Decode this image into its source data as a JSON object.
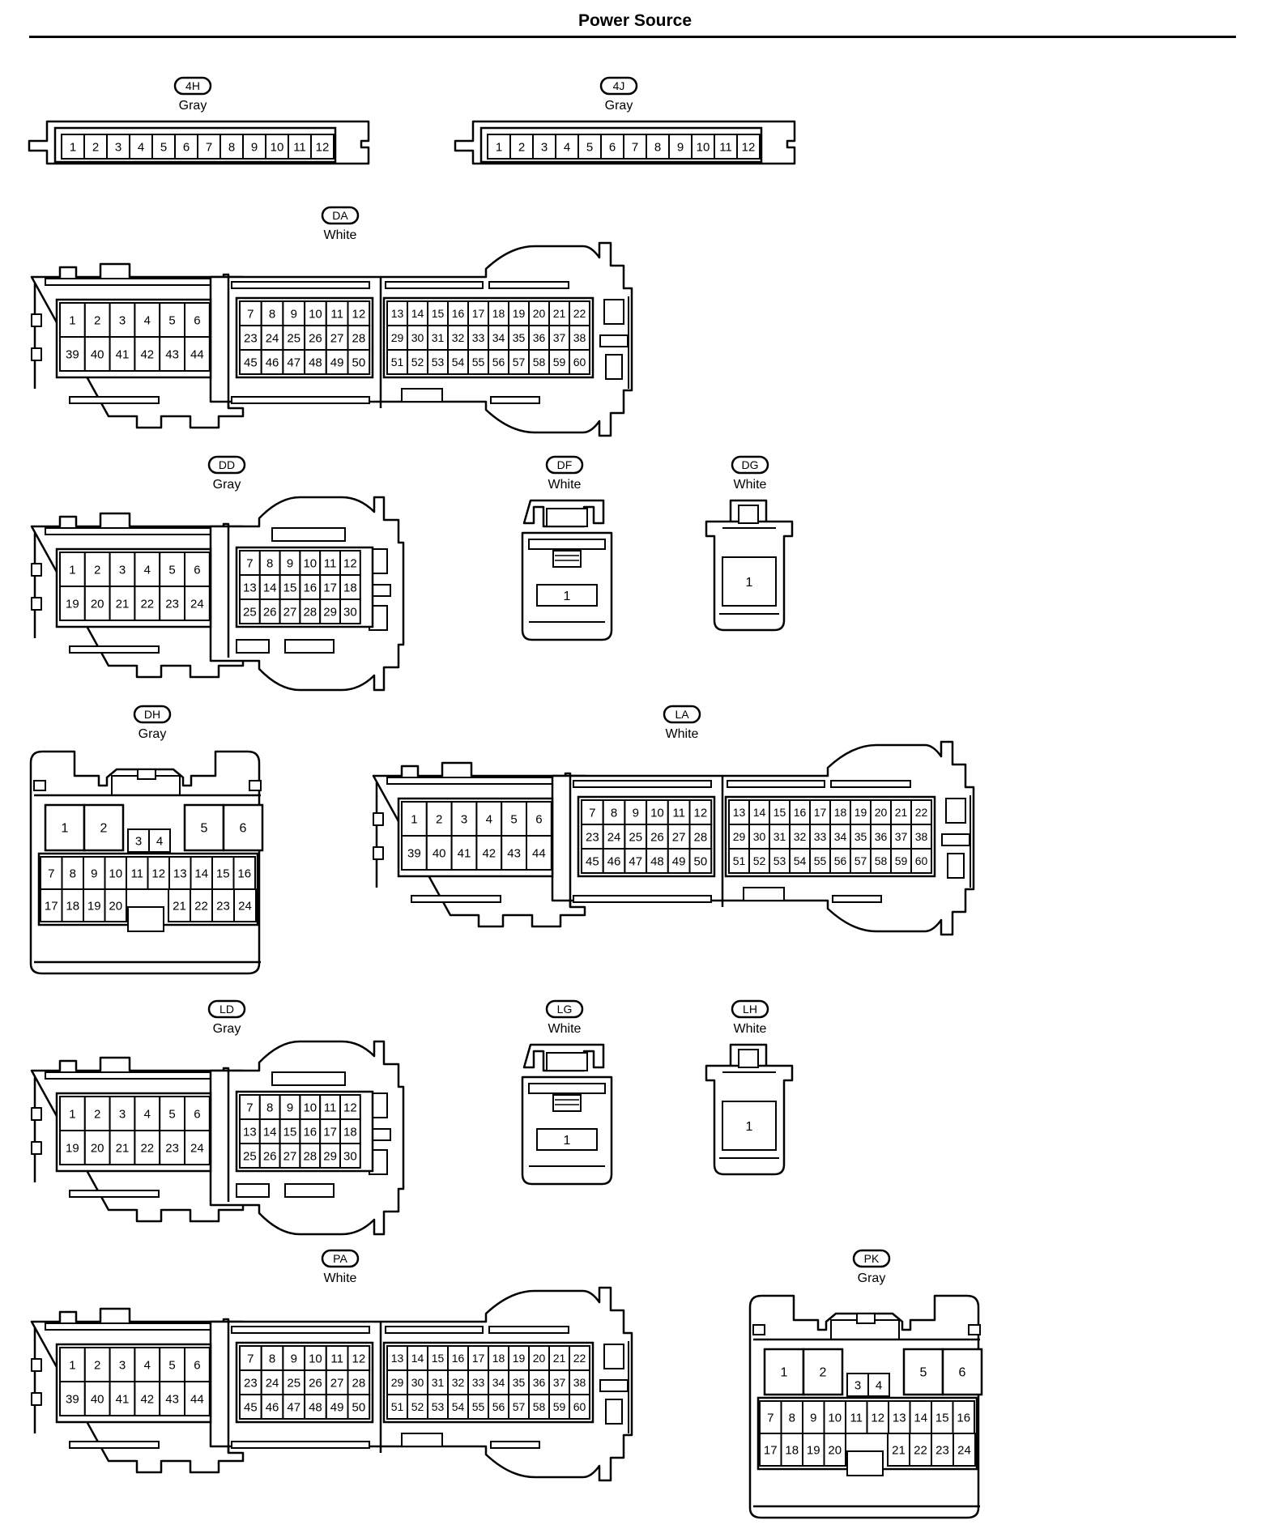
{
  "title": "Power Source",
  "connectors": [
    {
      "id": "4H",
      "color": "Gray",
      "layout": "strip12",
      "pins": [
        1,
        2,
        3,
        4,
        5,
        6,
        7,
        8,
        9,
        10,
        11,
        12
      ]
    },
    {
      "id": "4J",
      "color": "Gray",
      "layout": "strip12",
      "pins": [
        1,
        2,
        3,
        4,
        5,
        6,
        7,
        8,
        9,
        10,
        11,
        12
      ]
    },
    {
      "id": "DA",
      "color": "White",
      "layout": "block60",
      "pins": [
        [
          1,
          2,
          3,
          4,
          5,
          6
        ],
        [
          39,
          40,
          41,
          42,
          43,
          44
        ],
        [
          7,
          8,
          9,
          10,
          11,
          12
        ],
        [
          23,
          24,
          25,
          26,
          27,
          28
        ],
        [
          45,
          46,
          47,
          48,
          49,
          50
        ],
        [
          13,
          14,
          15,
          16,
          17,
          18,
          19,
          20,
          21,
          22
        ],
        [
          29,
          30,
          31,
          32,
          33,
          34,
          35,
          36,
          37,
          38
        ],
        [
          51,
          52,
          53,
          54,
          55,
          56,
          57,
          58,
          59,
          60
        ]
      ]
    },
    {
      "id": "DD",
      "color": "Gray",
      "layout": "block30",
      "pins": [
        [
          1,
          2,
          3,
          4,
          5,
          6
        ],
        [
          19,
          20,
          21,
          22,
          23,
          24
        ],
        [
          7,
          8,
          9,
          10,
          11,
          12
        ],
        [
          13,
          14,
          15,
          16,
          17,
          18
        ],
        [
          25,
          26,
          27,
          28,
          29,
          30
        ]
      ]
    },
    {
      "id": "DF",
      "color": "White",
      "layout": "single-latch",
      "pins": [
        1
      ]
    },
    {
      "id": "DG",
      "color": "White",
      "layout": "single-box",
      "pins": [
        1
      ]
    },
    {
      "id": "DH",
      "color": "Gray",
      "layout": "block24",
      "pins": [
        [
          1,
          2
        ],
        [
          3,
          4
        ],
        [
          5,
          6
        ],
        [
          7,
          8,
          9,
          10,
          11,
          12,
          13,
          14,
          15,
          16
        ],
        [
          17,
          18,
          19,
          20
        ],
        [
          21,
          22,
          23,
          24
        ]
      ]
    },
    {
      "id": "LA",
      "color": "White",
      "layout": "block60",
      "pins": [
        [
          1,
          2,
          3,
          4,
          5,
          6
        ],
        [
          39,
          40,
          41,
          42,
          43,
          44
        ],
        [
          7,
          8,
          9,
          10,
          11,
          12
        ],
        [
          23,
          24,
          25,
          26,
          27,
          28
        ],
        [
          45,
          46,
          47,
          48,
          49,
          50
        ],
        [
          13,
          14,
          15,
          16,
          17,
          18,
          19,
          20,
          21,
          22
        ],
        [
          29,
          30,
          31,
          32,
          33,
          34,
          35,
          36,
          37,
          38
        ],
        [
          51,
          52,
          53,
          54,
          55,
          56,
          57,
          58,
          59,
          60
        ]
      ]
    },
    {
      "id": "LD",
      "color": "Gray",
      "layout": "block30",
      "pins": [
        [
          1,
          2,
          3,
          4,
          5,
          6
        ],
        [
          19,
          20,
          21,
          22,
          23,
          24
        ],
        [
          7,
          8,
          9,
          10,
          11,
          12
        ],
        [
          13,
          14,
          15,
          16,
          17,
          18
        ],
        [
          25,
          26,
          27,
          28,
          29,
          30
        ]
      ]
    },
    {
      "id": "LG",
      "color": "White",
      "layout": "single-latch",
      "pins": [
        1
      ]
    },
    {
      "id": "LH",
      "color": "White",
      "layout": "single-box",
      "pins": [
        1
      ]
    },
    {
      "id": "PA",
      "color": "White",
      "layout": "block60",
      "pins": [
        [
          1,
          2,
          3,
          4,
          5,
          6
        ],
        [
          39,
          40,
          41,
          42,
          43,
          44
        ],
        [
          7,
          8,
          9,
          10,
          11,
          12
        ],
        [
          23,
          24,
          25,
          26,
          27,
          28
        ],
        [
          45,
          46,
          47,
          48,
          49,
          50
        ],
        [
          13,
          14,
          15,
          16,
          17,
          18,
          19,
          20,
          21,
          22
        ],
        [
          29,
          30,
          31,
          32,
          33,
          34,
          35,
          36,
          37,
          38
        ],
        [
          51,
          52,
          53,
          54,
          55,
          56,
          57,
          58,
          59,
          60
        ]
      ]
    },
    {
      "id": "PK",
      "color": "Gray",
      "layout": "block24",
      "pins": [
        [
          1,
          2
        ],
        [
          3,
          4
        ],
        [
          5,
          6
        ],
        [
          7,
          8,
          9,
          10,
          11,
          12,
          13,
          14,
          15,
          16
        ],
        [
          17,
          18,
          19,
          20
        ],
        [
          21,
          22,
          23,
          24
        ]
      ]
    }
  ]
}
